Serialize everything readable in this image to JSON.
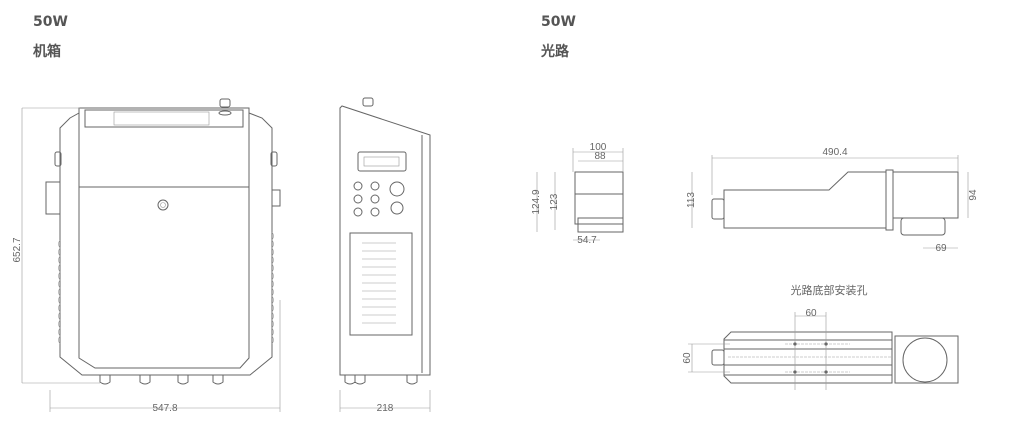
{
  "sections": [
    {
      "power": "50W",
      "name": "机箱"
    },
    {
      "power": "50W",
      "name": "光路"
    }
  ],
  "chassis_dims": {
    "height": "652.7",
    "width": "547.8",
    "depth": "218"
  },
  "optics_dims": {
    "end_width_outer": "100",
    "end_width_inner": "88",
    "end_height_outer": "124.9",
    "end_height_inner": "123",
    "end_offset": "54.7",
    "length": "490.4",
    "body_height": "113",
    "head_height": "94",
    "lens_offset": "69"
  },
  "mounting": {
    "caption": "光路底部安装孔",
    "hole_spacing_x": "60",
    "hole_spacing_y": "60"
  }
}
